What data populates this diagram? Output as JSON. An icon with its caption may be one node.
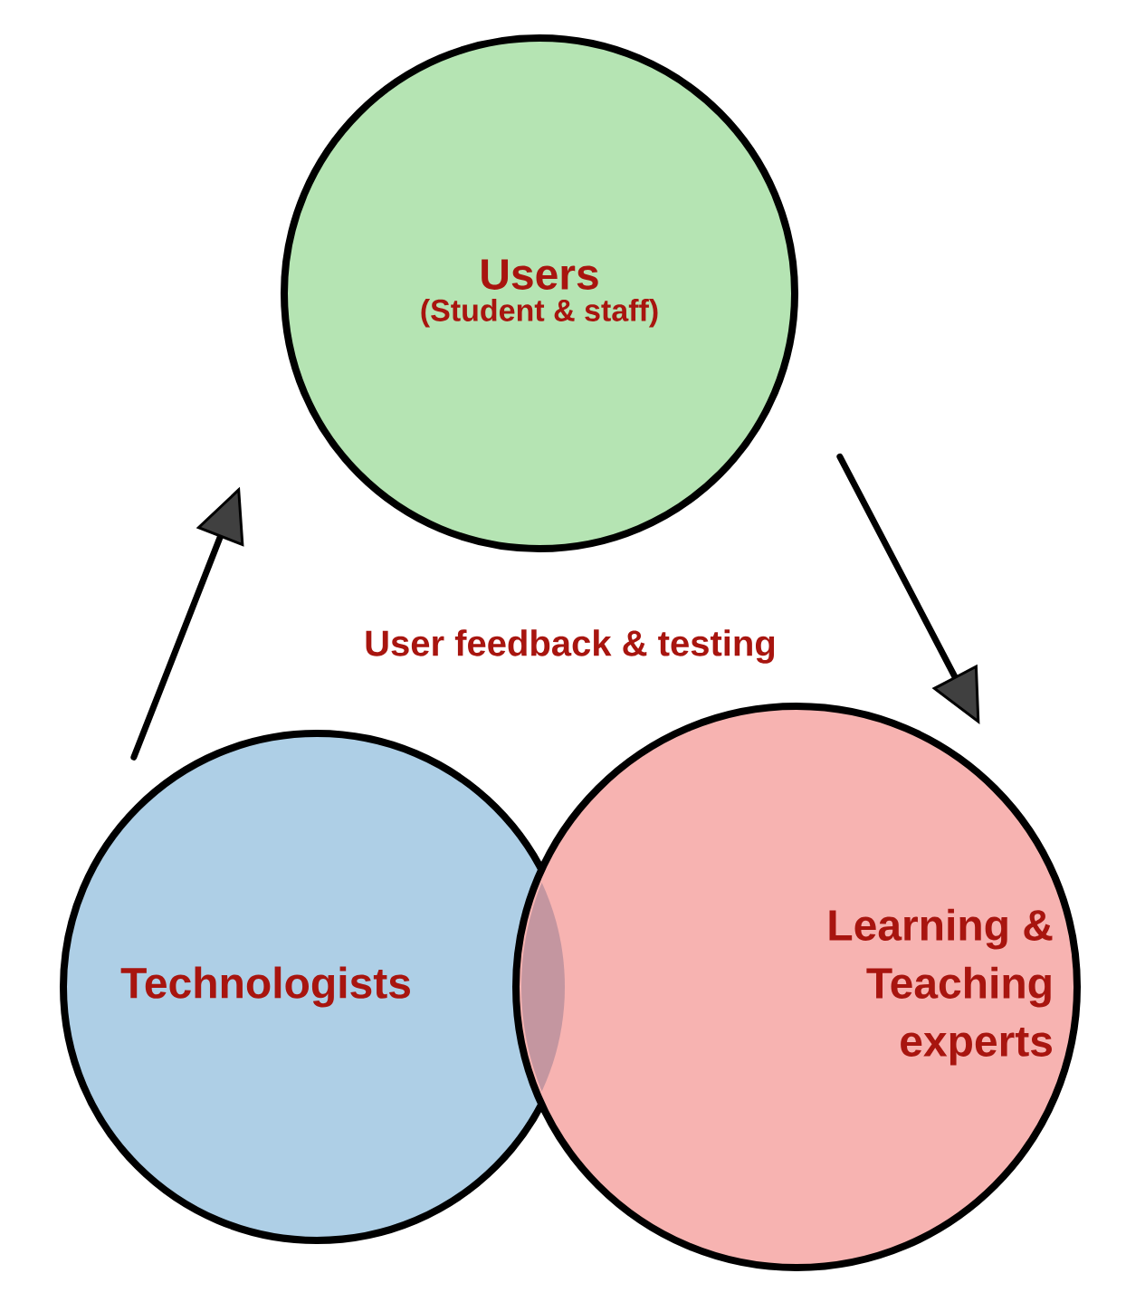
{
  "diagram": {
    "nodes": [
      {
        "text": [
          "Users",
          "(Student & staff)"
        ]
      },
      {
        "text": [
          "Technologists"
        ]
      },
      {
        "text": [
          "Learning & Teaching experts"
        ]
      }
    ],
    "edges": [
      {
        "from": 1,
        "to": 0,
        "arrow": "to"
      },
      {
        "from": 0,
        "to": 2,
        "arrow": "to"
      }
    ],
    "labels": [
      "User feedback & testing"
    ]
  }
}
